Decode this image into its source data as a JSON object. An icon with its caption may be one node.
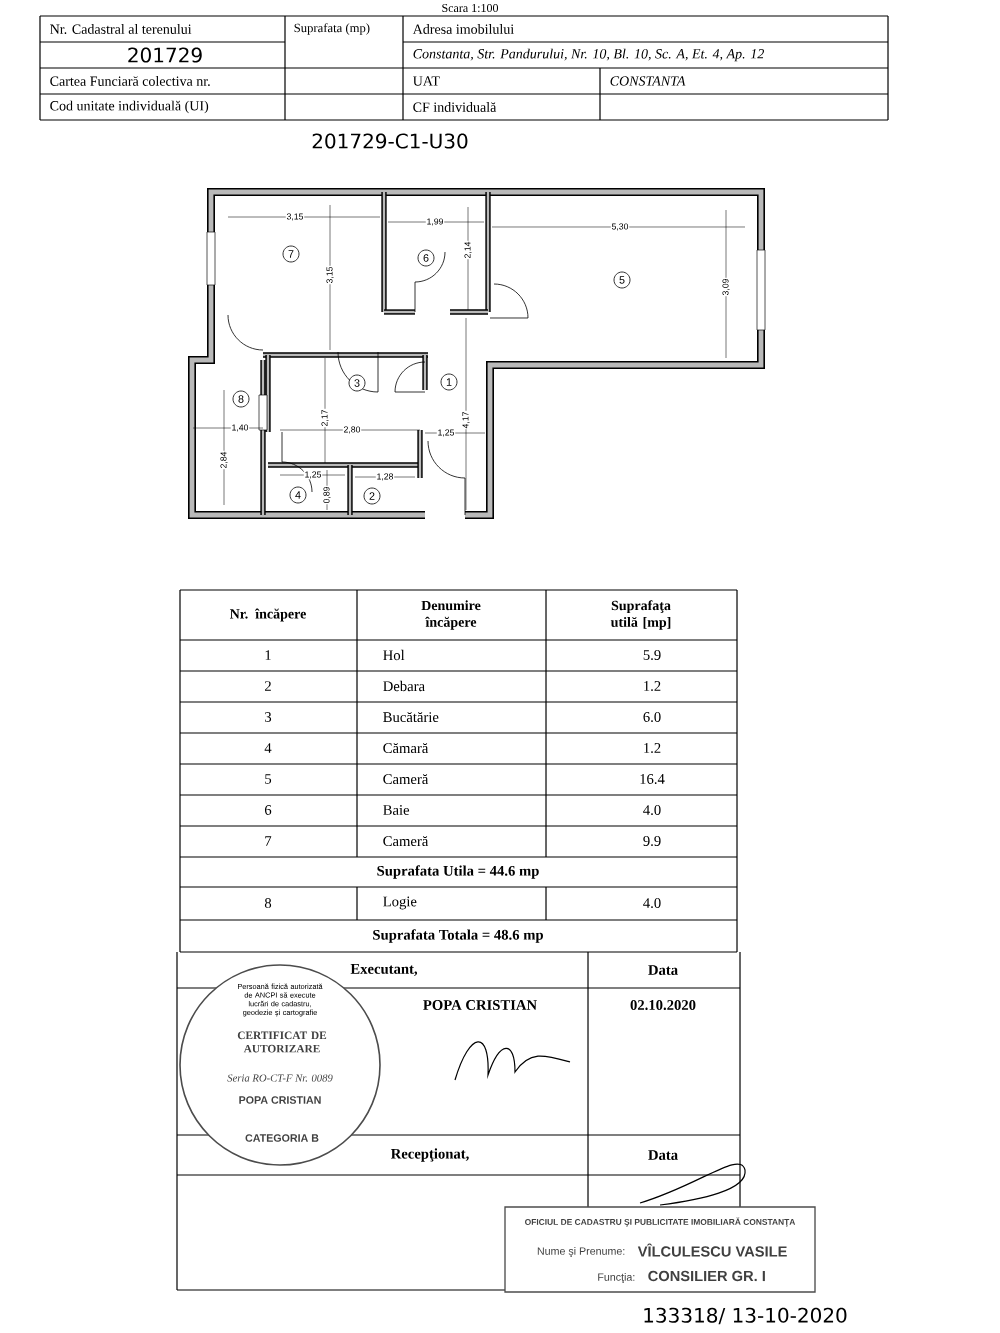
{
  "diagram": {
    "nodes": [
      {
        "text": [
          "7"
        ]
      },
      {
        "text": [
          "6"
        ]
      },
      {
        "text": [
          "5"
        ]
      },
      {
        "text": [
          "3"
        ]
      },
      {
        "text": [
          "1"
        ]
      },
      {
        "text": [
          "8"
        ]
      },
      {
        "text": [
          "4"
        ]
      },
      {
        "text": [
          "2"
        ]
      }
    ],
    "labels": [
      "Scara 1:100",
      "Nr. Cadastral al terenului",
      "Suprafata (mp)",
      "Adresa imobilului",
      "201729",
      "Constanta, Str. Pandurului, Nr. 10, Bl. 10, Sc. A, Et. 4, Ap. 12",
      "Cartea Funciară colectiva nr.",
      "UAT",
      "CONSTANTA",
      "Cod unitate individuală (UI)",
      "CF individuală",
      "201729-C1-U30",
      "3,15",
      "1,99",
      "5,30",
      "3,15",
      "2,14",
      "3,09",
      "2,17",
      "4,17",
      "1,40",
      "2,80",
      "1,25",
      "2,84",
      "1,25",
      "0,89",
      "1,28",
      "Nr. încăpere",
      "Denumire încăpere",
      "Suprafaţa utilă [mp]",
      "1",
      "Hol",
      "5.9",
      "2",
      "Debara",
      "1.2",
      "3",
      "Bucătărie",
      "6.0",
      "4",
      "Cămară",
      "1.2",
      "5",
      "Cameră",
      "16.4",
      "6",
      "Baie",
      "4.0",
      "7",
      "Cameră",
      "9.9",
      "Suprafata Utila = 44.6 mp",
      "8",
      "Logie",
      "4.0",
      "Suprafata Totala = 48.6 mp",
      "Executant,",
      "Data",
      "POPA CRISTIAN",
      "02.10.2020",
      "Persoană fizică autorizată de ANCPI să execute lucrări de cadastru, geodezie şi cartografie",
      "CERTIFICAT DE AUTORIZARE",
      "Seria RO-CT-F Nr. 0089",
      "POPA CRISTIAN",
      "CATEGORIA B",
      "Recepţionat,",
      "Data",
      "OFICIUL DE CADASTRU ŞI PUBLICITATE IMOBILIARĂ CONSTANŢA",
      "Nume şi Prenume:",
      "VÎLCULESCU VASILE",
      "Funcţia:",
      "CONSILIER GR. I",
      "133318/ 13-10-2020"
    ]
  }
}
